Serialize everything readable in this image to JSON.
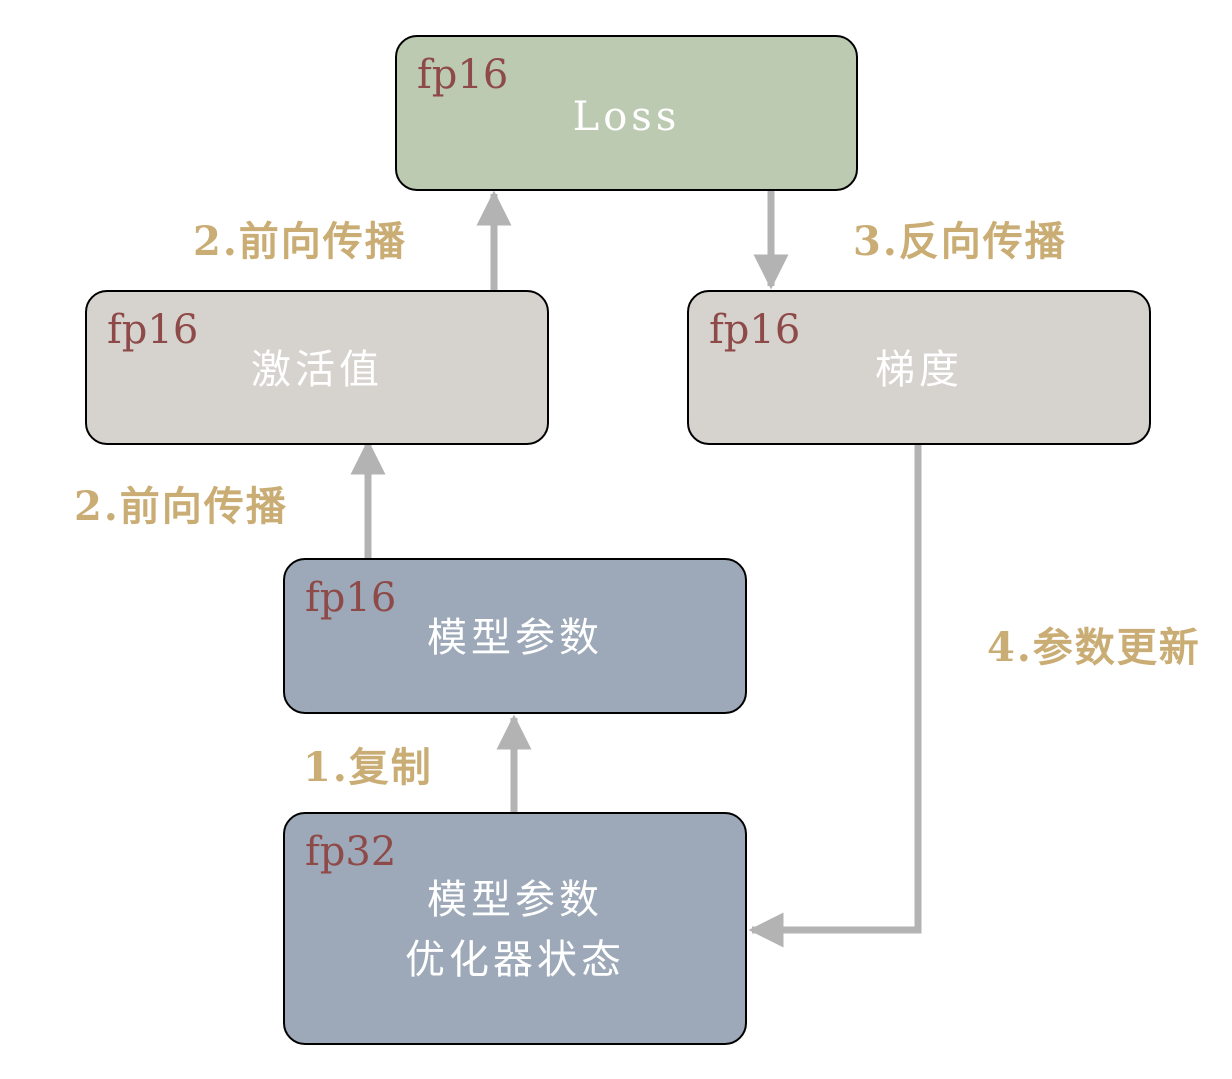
{
  "colors": {
    "loss_fill": "#bccab1",
    "intermediate_fill": "#d6d2ce",
    "param_fill": "#9da9b8",
    "precision_text": "#8e4a48",
    "step_text": "#c9ad74",
    "arrow": "#b3b3b3"
  },
  "nodes": {
    "loss": {
      "precision": "fp16",
      "label": "Loss"
    },
    "activations": {
      "precision": "fp16",
      "label": "激活值"
    },
    "gradients": {
      "precision": "fp16",
      "label": "梯度"
    },
    "fp16_params": {
      "precision": "fp16",
      "label": "模型参数"
    },
    "fp32_master": {
      "precision": "fp32",
      "label_line1": "模型参数",
      "label_line2": "优化器状态"
    }
  },
  "steps": {
    "forward_top": "2.前向传播",
    "forward_bottom": "2.前向传播",
    "backward": "3.反向传播",
    "update": "4.参数更新",
    "copy": "1.复制"
  }
}
